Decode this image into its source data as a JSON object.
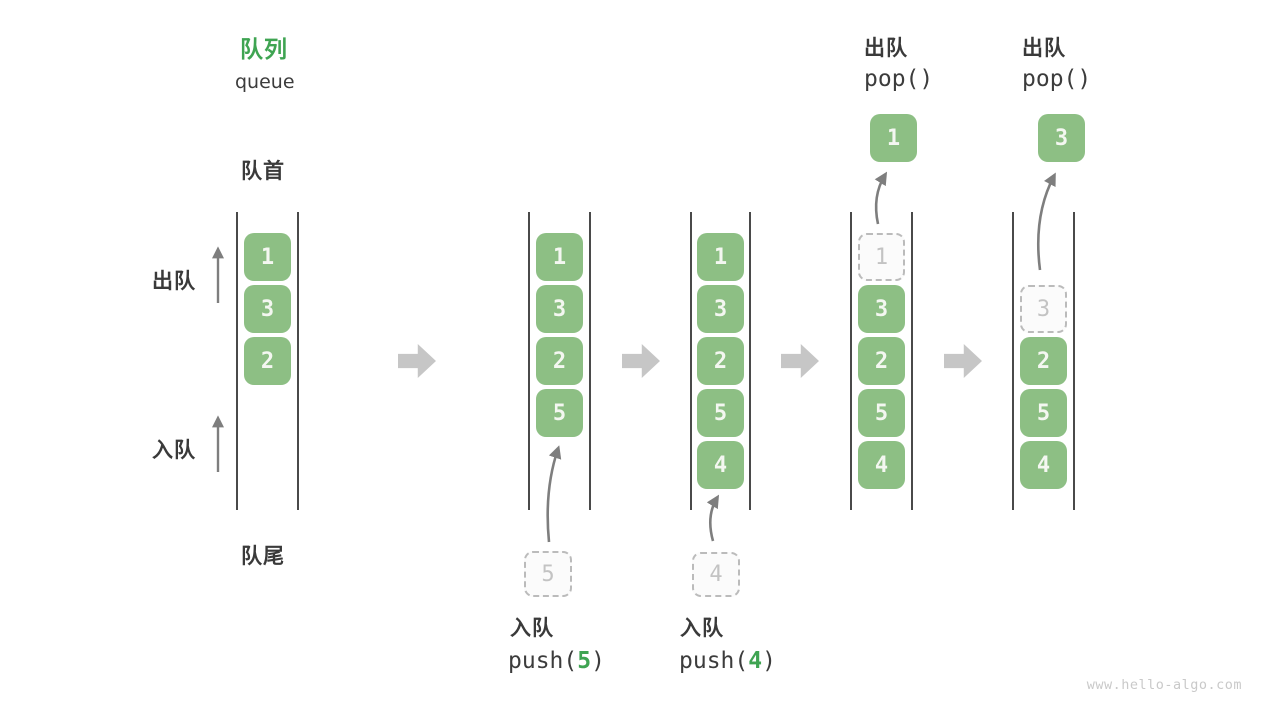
{
  "title": {
    "zh": "队列",
    "en": "queue"
  },
  "side_labels": {
    "front": "队首",
    "rear": "队尾",
    "dequeue": "出队",
    "enqueue": "入队"
  },
  "columns": [
    {
      "boxes": [
        "1",
        "3",
        "2"
      ]
    },
    {
      "boxes": [
        "1",
        "3",
        "2",
        "5"
      ]
    },
    {
      "boxes": [
        "1",
        "3",
        "2",
        "5",
        "4"
      ]
    },
    {
      "ghost": "1",
      "boxes": [
        "3",
        "2",
        "5",
        "4"
      ]
    },
    {
      "ghost": "3",
      "boxes": [
        "2",
        "5",
        "4"
      ]
    }
  ],
  "staged": {
    "push5": "5",
    "push4": "4"
  },
  "popped": {
    "pop1": "1",
    "pop3": "3"
  },
  "ops": {
    "push5": {
      "zh": "入队",
      "fn_open": "push(",
      "arg": "5",
      "fn_close": ")"
    },
    "push4": {
      "zh": "入队",
      "fn_open": "push(",
      "arg": "4",
      "fn_close": ")"
    },
    "pop1": {
      "zh": "出队",
      "fn": "pop()"
    },
    "pop3": {
      "zh": "出队",
      "fn": "pop()"
    }
  },
  "watermark": "www.hello-algo.com",
  "colors": {
    "box_green": "#8dbf84",
    "accent_green": "#3fa452",
    "ink": "#3c3c3c",
    "rail": "#4a4a4a",
    "thin_arrow": "#7e7e7e",
    "block_arrow": "#c6c6c6",
    "ghost_border": "#bbbbbb",
    "ghost_text": "#c3c3c3",
    "watermark": "#c9c9c9"
  }
}
